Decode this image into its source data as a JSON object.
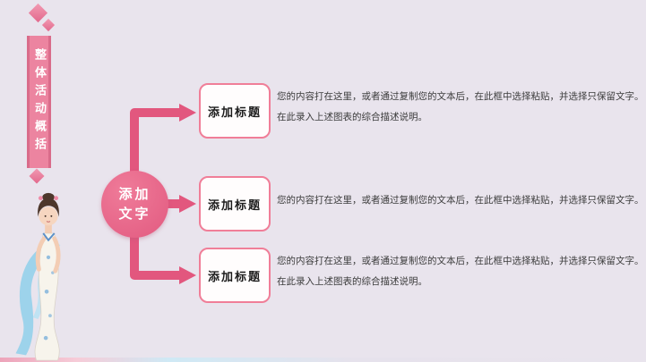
{
  "slide": {
    "name": "activity-overview-diagram-slide"
  },
  "colors": {
    "background": "#e9e4ed",
    "accent_pink": "#e25a80",
    "ribbon_pink": "#ec84a0",
    "box_border": "#f07e98",
    "scarf_blue": "#8fd0ea",
    "text_dark": "#3c3c3c"
  },
  "ribbon": {
    "text": "整体活动概括"
  },
  "center_circle": {
    "line1": "添加",
    "line2": "文字"
  },
  "rows": [
    {
      "title": "添加标题",
      "desc_line1": "您的内容打在这里，或者通过复制您的文本后，在此框中选择粘贴，并选择只保留文字。",
      "desc_line2": "在此录入上述图表的综合描述说明。"
    },
    {
      "title": "添加标题",
      "desc_line1": "您的内容打在这里，或者通过复制您的文本后，在此框中选择粘贴，并选择只保留文字。",
      "desc_line2": ""
    },
    {
      "title": "添加标题",
      "desc_line1": "您的内容打在这里，或者通过复制您的文本后，在此框中选择粘贴，并选择只保留文字。",
      "desc_line2": "在此录入上述图表的综合描述说明。"
    }
  ]
}
